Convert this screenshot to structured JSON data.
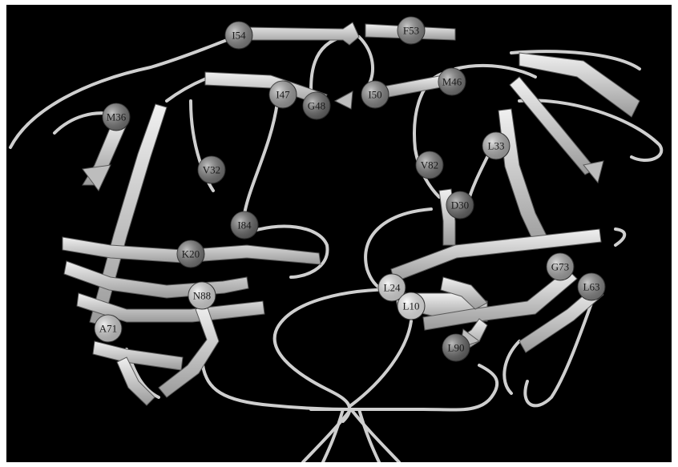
{
  "figure": {
    "background_color": "#000000",
    "ribbon_color": "#d8d8d8",
    "residues": [
      {
        "label": "I54",
        "shade": "#8a8a8a"
      },
      {
        "label": "F53",
        "shade": "#8a8a8a"
      },
      {
        "label": "M46",
        "shade": "#7a7a7a"
      },
      {
        "label": "I47",
        "shade": "#a8a8a8"
      },
      {
        "label": "G48",
        "shade": "#6a6a6a"
      },
      {
        "label": "I50",
        "shade": "#8a8a8a"
      },
      {
        "label": "M36",
        "shade": "#7a7a7a"
      },
      {
        "label": "L33",
        "shade": "#b8b8b8"
      },
      {
        "label": "V32",
        "shade": "#7a7a7a"
      },
      {
        "label": "V82",
        "shade": "#7a7a7a"
      },
      {
        "label": "D30",
        "shade": "#6a6a6a"
      },
      {
        "label": "I84",
        "shade": "#6a6a6a"
      },
      {
        "label": "K20",
        "shade": "#7a7a7a"
      },
      {
        "label": "G73",
        "shade": "#b0b0b0"
      },
      {
        "label": "L63",
        "shade": "#8a8a8a"
      },
      {
        "label": "N88",
        "shade": "#e8e8e8"
      },
      {
        "label": "L24",
        "shade": "#eeeeee"
      },
      {
        "label": "L10",
        "shade": "#ffffff"
      },
      {
        "label": "A71",
        "shade": "#dcdcdc"
      },
      {
        "label": "L90",
        "shade": "#6a6a6a"
      }
    ]
  }
}
